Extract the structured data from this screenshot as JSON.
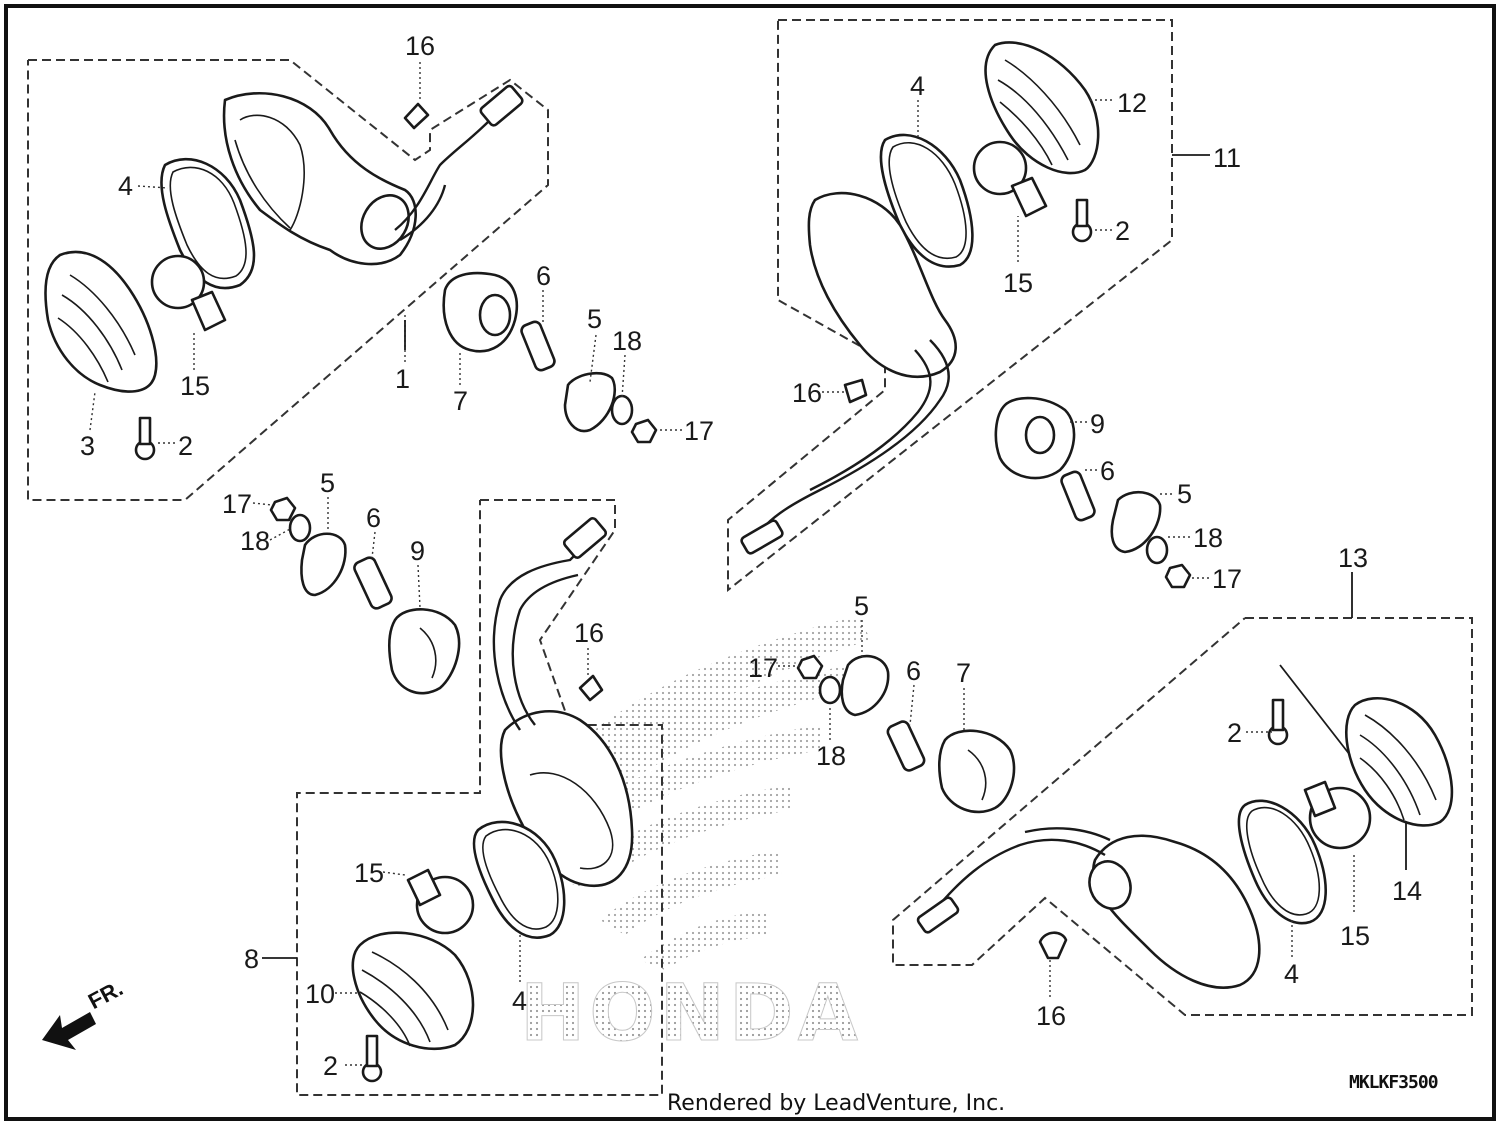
{
  "callouts": {
    "a1": "1",
    "a2": "2",
    "a3": "3",
    "a4": "4",
    "a5": "5",
    "a6": "6",
    "a7": "7",
    "a15": "15",
    "a16": "16",
    "a17": "17",
    "a18": "18",
    "b5": "5",
    "b6": "6",
    "b9": "9",
    "b17": "17",
    "b18": "18",
    "c2": "2",
    "c4": "4",
    "c8": "8",
    "c10": "10",
    "c15": "15",
    "c16": "16",
    "d2": "2",
    "d4": "4",
    "d5": "5",
    "d6": "6",
    "d9": "9",
    "d11": "11",
    "d12": "12",
    "d15": "15",
    "d16": "16",
    "d17": "17",
    "d18": "18",
    "e5": "5",
    "e6": "6",
    "e7": "7",
    "e17": "17",
    "e18": "18",
    "f2": "2",
    "f4": "4",
    "f13": "13",
    "f14": "14",
    "f15": "15",
    "f16": "16"
  },
  "watermark": "HONDA",
  "direction_marker": "FR.",
  "diagram_code": "MKLKF3500",
  "footer": "Rendered by LeadVenture, Inc."
}
